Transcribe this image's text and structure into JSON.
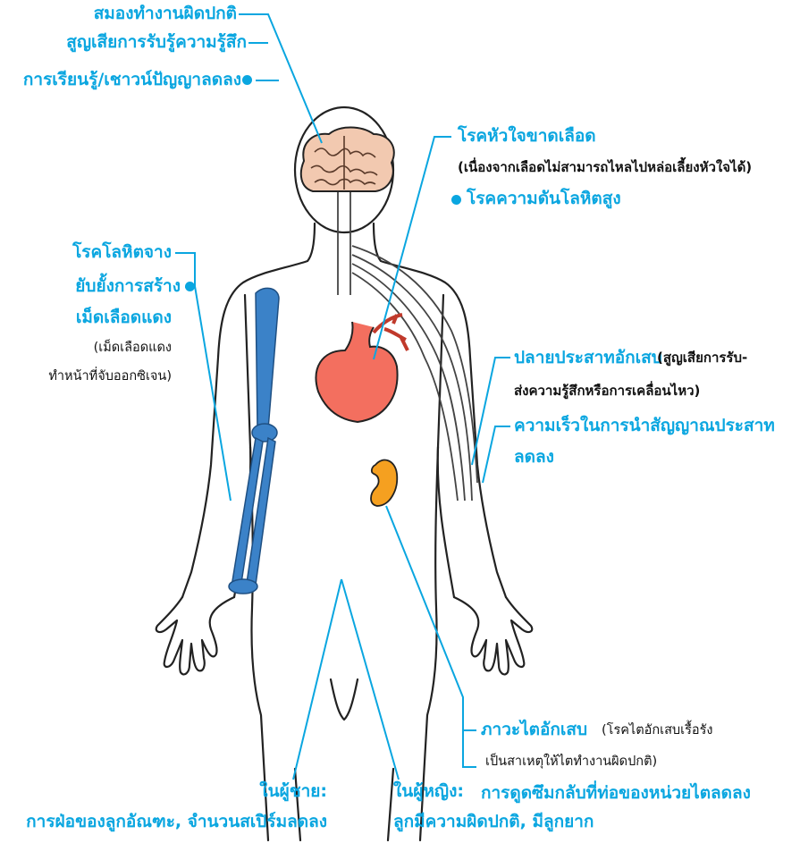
{
  "colors": {
    "accent": "#0aa6e0",
    "brain": "#f2c9b0",
    "heart": "#f36f5f",
    "bone": "#3b82c8",
    "kidney": "#f5a020",
    "outline": "#222222"
  },
  "labels": {
    "brain": [
      "สมองทำงานผิดปกติ",
      "สูญเสียการรับรู้ความรู้สึก",
      "การเรียนรู้/เชาวน์ปัญญาลดลง"
    ],
    "heart": {
      "title": "โรคหัวใจขาดเลือด",
      "note": "(เนื่องจากเลือดไม่สามารถไหลไปหล่อเลี้ยงหัวใจได้)",
      "hypertension": "โรคความดันโลหิตสูง"
    },
    "blood": {
      "line1": "โรคโลหิตจาง",
      "line2": "ยับยั้งการสร้าง",
      "line3": "เม็ดเลือดแดง",
      "note1": "(เม็ดเลือดแดง",
      "note2": "ทำหน้าที่จับออกซิเจน)"
    },
    "nerve": {
      "title": "ปลายประสาทอักเสบ",
      "note1": "(สูญเสียการรับ-",
      "note2": "ส่งความรู้สึกหรือการเคลื่อนไหว)",
      "speed1": "ความเร็วในการนำสัญญาณประสาท",
      "speed2": "ลดลง"
    },
    "kidney": {
      "title": "ภาวะไตอักเสบ",
      "note1": "(โรคไตอักเสบเรื้อรัง",
      "note2": "เป็นสาเหตุให้ไตทำงานผิดปกติ)",
      "tubule": "การดูดซึมกลับที่ท่อของหน่วยไตลดลง"
    },
    "male": {
      "title": "ในผู้ชาย:",
      "text": "การฝ่อของลูกอัณฑะ, จำนวนสเปิร์มลดลง"
    },
    "female": {
      "title": "ในผู้หญิง:",
      "text": "ลูกมีความผิดปกติ, มีลูกยาก"
    }
  }
}
